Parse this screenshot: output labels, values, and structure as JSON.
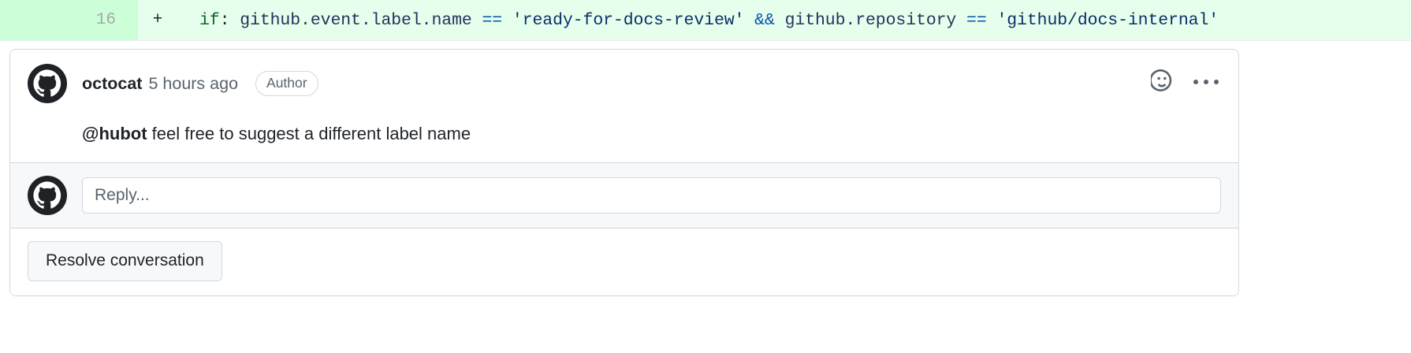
{
  "diff": {
    "line_number": "16",
    "marker": "+",
    "code_tokens": [
      {
        "text": "if",
        "kind": "key"
      },
      {
        "text": ":",
        "kind": "punct"
      },
      {
        "text": " github.event.label.name ",
        "kind": "plain"
      },
      {
        "text": "==",
        "kind": "op"
      },
      {
        "text": " 'ready-for-docs-review'",
        "kind": "str"
      },
      {
        "text": " ",
        "kind": "plain"
      },
      {
        "text": "&&",
        "kind": "op"
      },
      {
        "text": " github.repository ",
        "kind": "plain"
      },
      {
        "text": "==",
        "kind": "op"
      },
      {
        "text": " 'github/docs-internal'",
        "kind": "str"
      }
    ],
    "code_plain": "if: github.event.label.name == 'ready-for-docs-review' && github.repository == 'github/docs-internal'",
    "added_bg": "#e6ffec",
    "gutter_bg": "#ccffd8"
  },
  "comment": {
    "author": "octocat",
    "timestamp": "5 hours ago",
    "badge": "Author",
    "avatar_icon": "github-mark-icon",
    "reaction_icon": "smiley-icon",
    "menu_icon": "kebab-horizontal-icon",
    "body_mention": "@hubot",
    "body_rest": " feel free to suggest a different label name"
  },
  "reply": {
    "avatar_icon": "github-mark-icon",
    "placeholder": "Reply...",
    "value": ""
  },
  "actions": {
    "resolve_label": "Resolve conversation"
  },
  "colors": {
    "border": "#d1d9e0",
    "muted_text": "#59636e",
    "surface_muted": "#f6f8fa"
  }
}
